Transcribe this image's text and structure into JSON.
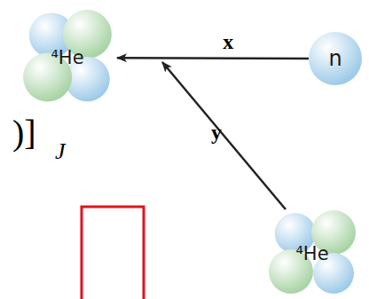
{
  "diagram": {
    "nodes": [
      {
        "text": [
          "⁴He"
        ]
      },
      {
        "text": [
          "n"
        ]
      },
      {
        "text": [
          "⁴He"
        ]
      }
    ],
    "edges": [
      {
        "from": 1,
        "to": 0,
        "label": "x",
        "arrow": "to"
      }
    ],
    "labels": [
      "y",
      ")]",
      "J"
    ]
  }
}
